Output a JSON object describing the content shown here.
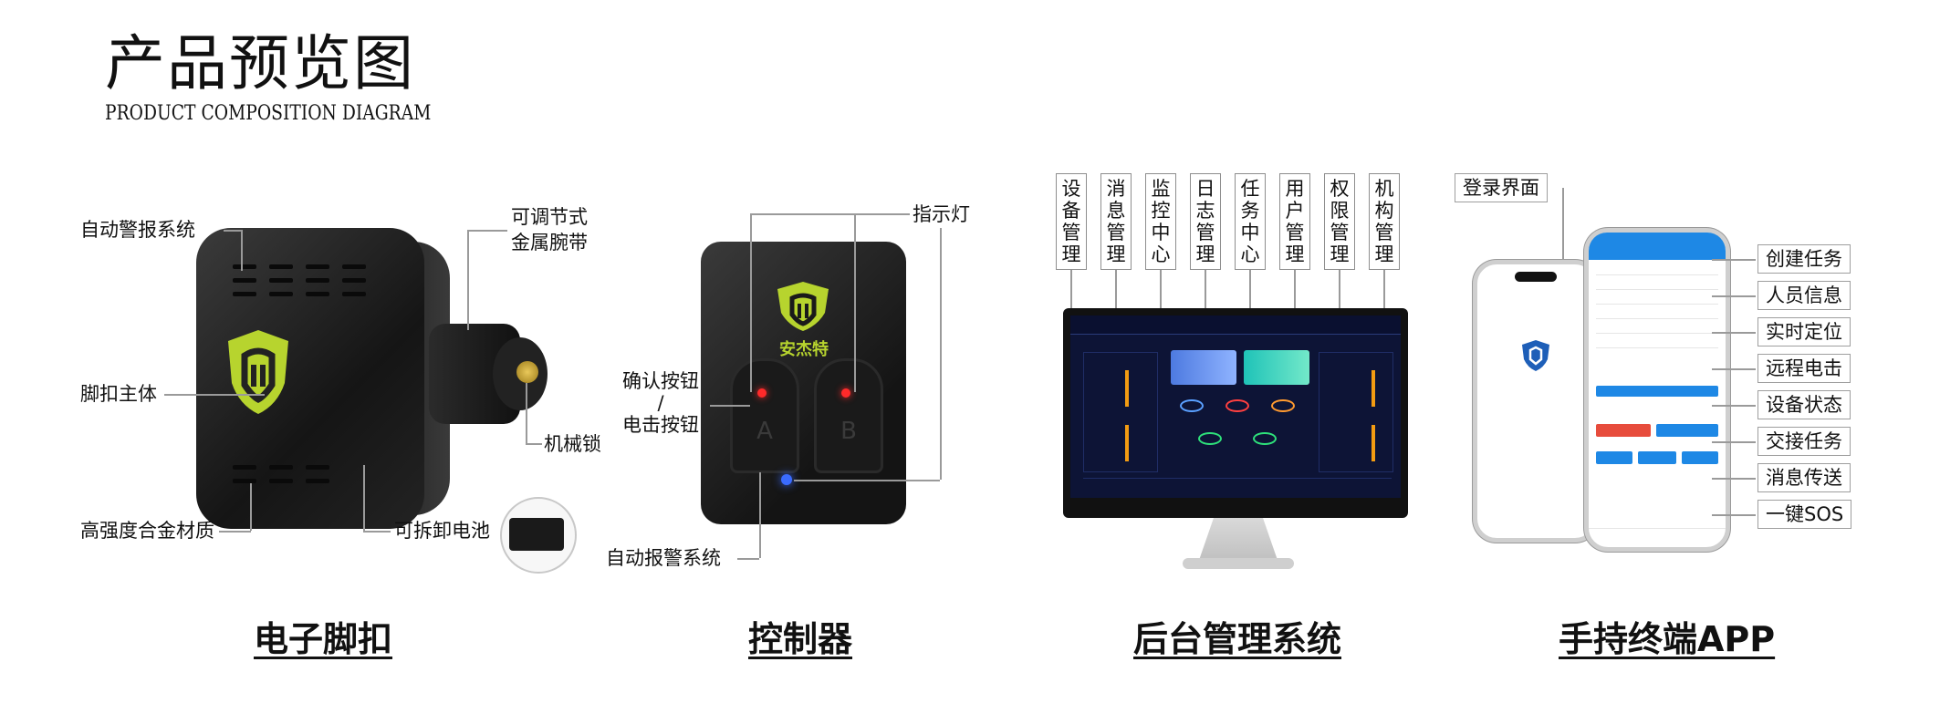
{
  "header": {
    "title_zh": "产品预览图",
    "title_en": "PRODUCT COMPOSITION DIAGRAM"
  },
  "anklet": {
    "title": "电子脚扣",
    "labels": {
      "alarm": "自动警报系统",
      "strap": "可调节式\n金属腕带",
      "main": "脚扣主体",
      "lock": "机械锁",
      "material": "高强度合金材质",
      "battery": "可拆卸电池"
    }
  },
  "controller": {
    "title": "控制器",
    "brand": "安杰特",
    "button_a": "A",
    "button_b": "B",
    "labels": {
      "indicator": "指示灯",
      "confirm_line1": "确认按钮",
      "confirm_line2": "/",
      "confirm_line3": "电击按钮",
      "alarm": "自动报警系统"
    }
  },
  "backend": {
    "title": "后台管理系统",
    "modules": [
      {
        "label": "设备管理"
      },
      {
        "label": "消息管理"
      },
      {
        "label": "监控中心"
      },
      {
        "label": "日志管理"
      },
      {
        "label": "任务中心"
      },
      {
        "label": "用户管理"
      },
      {
        "label": "权限管理"
      },
      {
        "label": "机构管理"
      }
    ]
  },
  "app": {
    "title": "手持终端APP",
    "login_label": "登录界面",
    "features": [
      {
        "label": "创建任务"
      },
      {
        "label": "人员信息"
      },
      {
        "label": "实时定位"
      },
      {
        "label": "远程电击"
      },
      {
        "label": "设备状态"
      },
      {
        "label": "交接任务"
      },
      {
        "label": "消息传送"
      },
      {
        "label": "一键SOS"
      }
    ]
  },
  "colors": {
    "brand_green": "#b7d42e",
    "app_blue": "#1e88e5",
    "led_red": "#ff2a2a",
    "led_blue": "#3a6bff"
  }
}
